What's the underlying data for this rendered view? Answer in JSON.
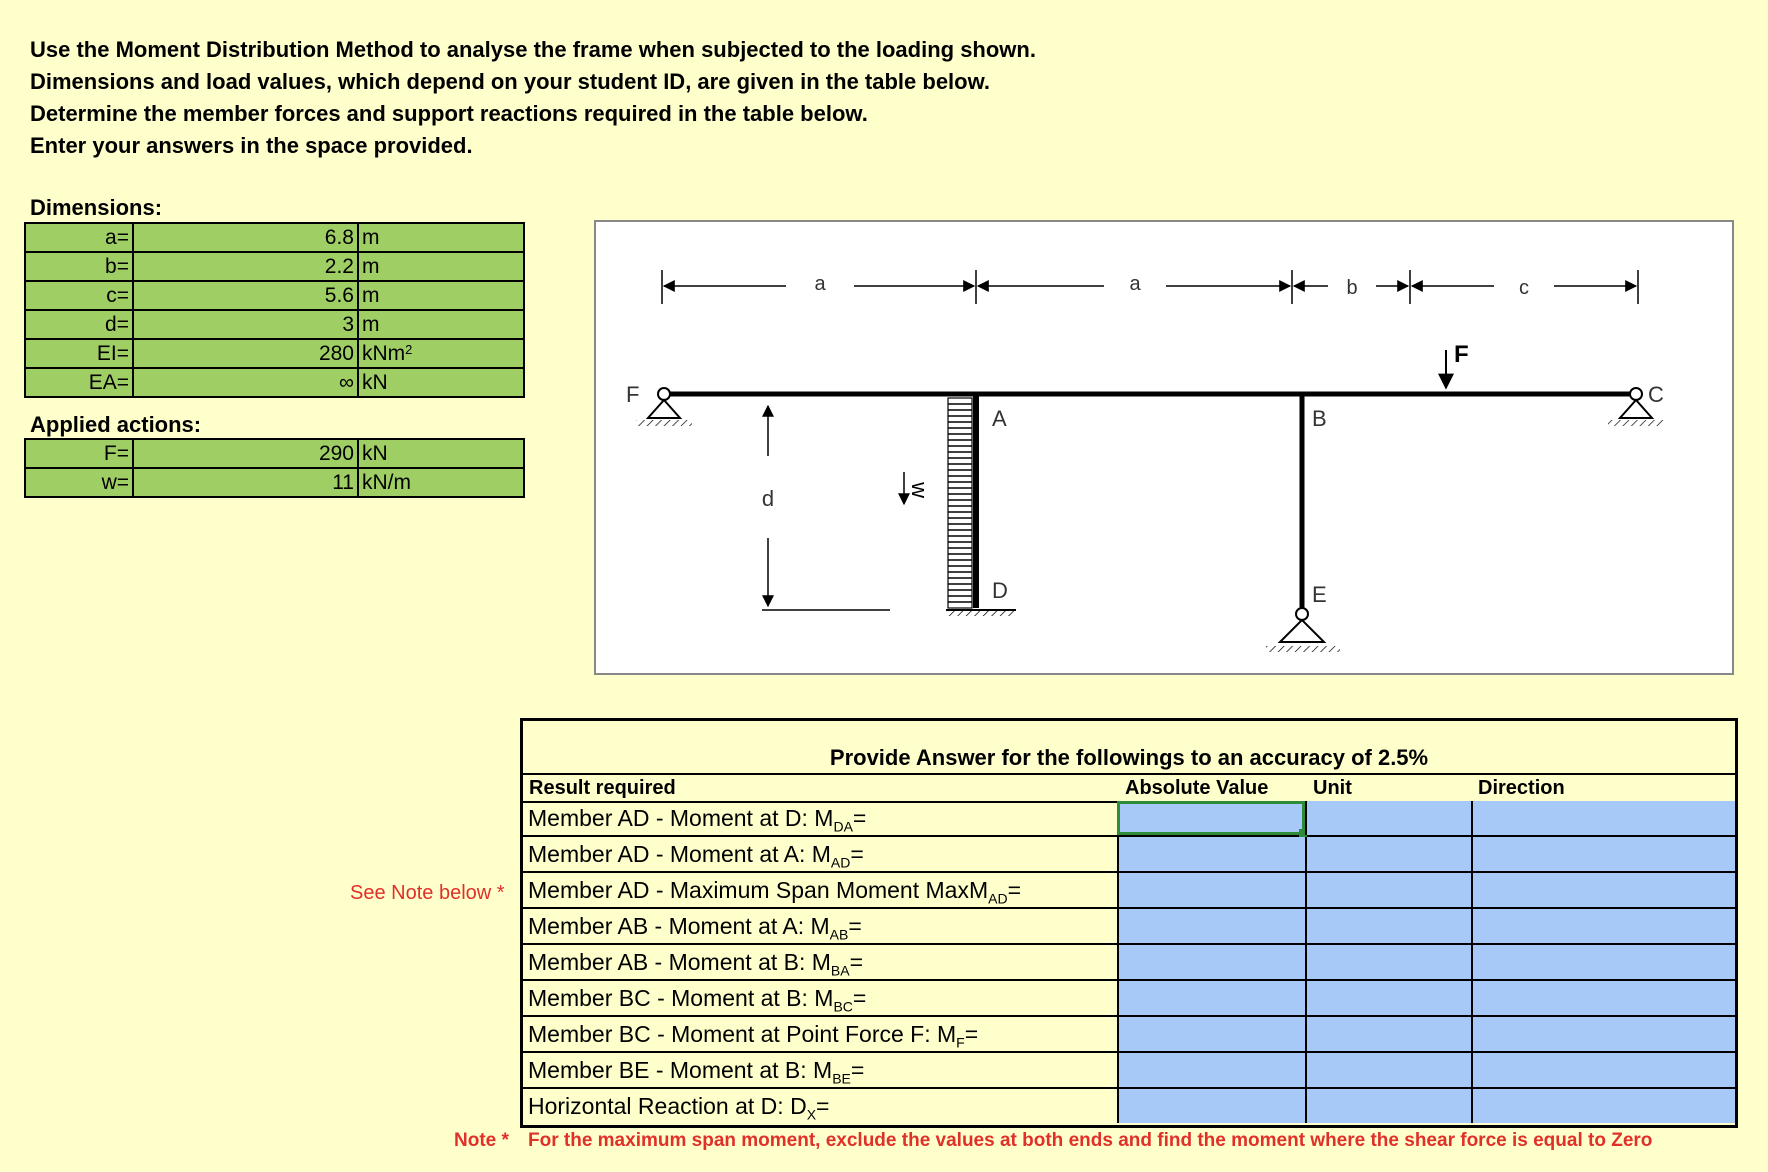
{
  "instructions": [
    "Use the Moment Distribution Method to analyse the frame when subjected to the loading shown.",
    "Dimensions and load values, which depend on your student ID, are given in the table below.",
    "Determine the member forces and support reactions required in the table below.",
    "Enter your answers in the space provided."
  ],
  "dimensions_label": "Dimensions:",
  "dimensions": [
    {
      "label": "a=",
      "value": "6.8",
      "unit": "m"
    },
    {
      "label": "b=",
      "value": "2.2",
      "unit": "m"
    },
    {
      "label": "c=",
      "value": "5.6",
      "unit": "m"
    },
    {
      "label": "d=",
      "value": "3",
      "unit": "m"
    },
    {
      "label": "EI=",
      "value": "280",
      "unit": "kNm",
      "unit_sup": "2"
    },
    {
      "label": "EA=",
      "value": "∞",
      "unit": "kN"
    }
  ],
  "applied_label": "Applied actions:",
  "applied": [
    {
      "label": "F=",
      "value": "290",
      "unit": "kN"
    },
    {
      "label": "w=",
      "value": "11",
      "unit": "kN/m"
    }
  ],
  "diagram": {
    "dim_a1": "a",
    "dim_a2": "a",
    "dim_b": "b",
    "dim_c": "c",
    "dim_d": "d",
    "node_F": "F",
    "node_A": "A",
    "node_B": "B",
    "node_C": "C",
    "node_D": "D",
    "node_E": "E",
    "load_F": "F",
    "load_w": "w"
  },
  "answer": {
    "title": "Provide Answer for the followings to an accuracy of 2.5%",
    "headers": {
      "result": "Result required",
      "value": "Absolute Value",
      "unit": "Unit",
      "direction": "Direction"
    },
    "rows": [
      {
        "pre": "Member AD - Moment at D:  M",
        "sub": "DA",
        "post": "="
      },
      {
        "pre": "Member AD - Moment at A: M",
        "sub": "AD",
        "post": "="
      },
      {
        "pre": "Member AD -  Maximum Span Moment MaxM",
        "sub": "AD",
        "post": "="
      },
      {
        "pre": "Member AB - Moment at A:  M",
        "sub": "AB",
        "post": "="
      },
      {
        "pre": "Member AB - Moment at B:  M",
        "sub": "BA",
        "post": "="
      },
      {
        "pre": "Member BC - Moment at B:  M",
        "sub": "BC",
        "post": "="
      },
      {
        "pre": "Member BC - Moment at Point Force F: M",
        "sub": "F",
        "post": "="
      },
      {
        "pre": "Member BE - Moment at B: M",
        "sub": "BE",
        "post": "="
      },
      {
        "pre": "Horizontal Reaction at D:  D",
        "sub": "X",
        "post": "="
      }
    ]
  },
  "see_note": "See Note below *",
  "note_label": "Note *",
  "note_text": "For the maximum span moment, exclude the values at both ends and find the moment where the shear force is equal to Zero",
  "colors": {
    "background": "#ffffcc",
    "table_green": "#9fcf64",
    "input_blue": "#a6c9f7",
    "note_red": "#e0302a",
    "selection_green": "#2e8b3a"
  }
}
